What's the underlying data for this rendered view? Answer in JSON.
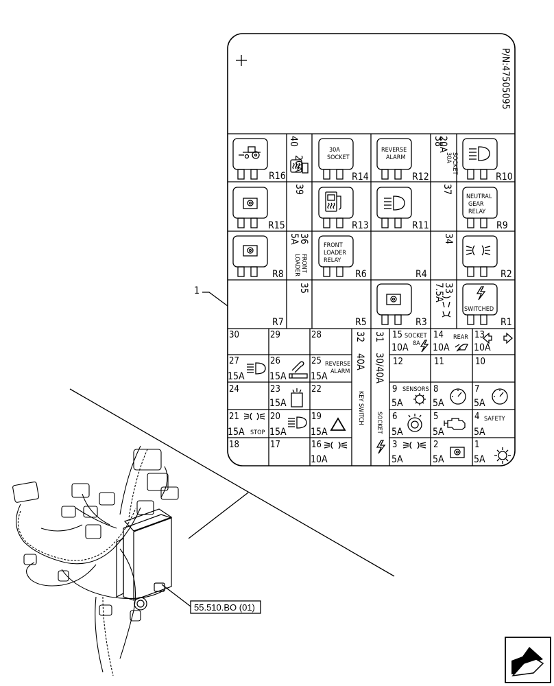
{
  "label": {
    "part_number": "P/N:47505095",
    "callout": "1",
    "reference": "55.510.BO (01)"
  },
  "relays": {
    "R16": "R16",
    "R14": "R14",
    "R12": "R12",
    "R10": "R10",
    "R15": "R15",
    "R13": "R13",
    "R11": "R11",
    "R9": "R9",
    "R8": "R8",
    "R6": "R6",
    "R4": "R4",
    "R2": "R2",
    "R7": "R7",
    "R5": "R5",
    "R3": "R3",
    "R1": "R1",
    "socket_30a": [
      "30A",
      "SOCKET"
    ],
    "reverse_alarm": [
      "REVERSE",
      "ALARM"
    ],
    "neutral_gear": [
      "NEUTRAL",
      "GEAR",
      "RELAY"
    ],
    "front_loader": [
      "FRONT",
      "LOADER",
      "RELAY"
    ],
    "switched": "SWITCHED"
  },
  "vfuses": {
    "f40": {
      "num": "40",
      "amp": "20A"
    },
    "f38": {
      "num": "38",
      "amp": "20A",
      "desc1": "30A",
      "desc2": "SOCKET"
    },
    "f39": {
      "num": "39"
    },
    "f37": {
      "num": "37"
    },
    "f36": {
      "num": "36",
      "amp": "5A",
      "desc1": "FRONT",
      "desc2": "LOADER"
    },
    "f34": {
      "num": "34"
    },
    "f35": {
      "num": "35"
    },
    "f33": {
      "num": "33",
      "amp": "7.5A"
    },
    "f32": {
      "num": "32",
      "amp": "40A",
      "desc": "KEY SWITCH"
    },
    "f31": {
      "num": "31",
      "amp": "30/40A",
      "desc": "SOCKET"
    }
  },
  "fuses": [
    {
      "num": "30",
      "amp": "",
      "desc": ""
    },
    {
      "num": "29",
      "amp": "",
      "desc": ""
    },
    {
      "num": "28",
      "amp": "",
      "desc": ""
    },
    {
      "num": "15",
      "amp": "10A",
      "desc": "SOCKET",
      "extra": "8A"
    },
    {
      "num": "14",
      "amp": "10A",
      "desc": "REAR"
    },
    {
      "num": "13",
      "amp": "10A",
      "desc": ""
    },
    {
      "num": "27",
      "amp": "15A",
      "desc": ""
    },
    {
      "num": "26",
      "amp": "15A",
      "desc": ""
    },
    {
      "num": "25",
      "amp": "15A",
      "desc": "REVERSE",
      "desc2": "ALARM"
    },
    {
      "num": "12",
      "amp": "",
      "desc": ""
    },
    {
      "num": "11",
      "amp": "",
      "desc": ""
    },
    {
      "num": "10",
      "amp": "",
      "desc": ""
    },
    {
      "num": "24",
      "amp": "",
      "desc": ""
    },
    {
      "num": "23",
      "amp": "15A",
      "desc": ""
    },
    {
      "num": "22",
      "amp": "",
      "desc": ""
    },
    {
      "num": "9",
      "amp": "5A",
      "desc": "SENSORS"
    },
    {
      "num": "8",
      "amp": "5A",
      "desc": ""
    },
    {
      "num": "7",
      "amp": "5A",
      "desc": ""
    },
    {
      "num": "21",
      "amp": "15A",
      "desc": "STOP"
    },
    {
      "num": "20",
      "amp": "15A",
      "desc": ""
    },
    {
      "num": "19",
      "amp": "15A",
      "desc": ""
    },
    {
      "num": "6",
      "amp": "5A",
      "desc": ""
    },
    {
      "num": "5",
      "amp": "5A",
      "desc": ""
    },
    {
      "num": "4",
      "amp": "5A",
      "desc": "SAFETY"
    },
    {
      "num": "18",
      "amp": "",
      "desc": ""
    },
    {
      "num": "17",
      "amp": "",
      "desc": ""
    },
    {
      "num": "16",
      "amp": "10A",
      "desc": ""
    },
    {
      "num": "3",
      "amp": "5A",
      "desc": ""
    },
    {
      "num": "2",
      "amp": "5A",
      "desc": ""
    },
    {
      "num": "1",
      "amp": "5A",
      "desc": ""
    }
  ]
}
